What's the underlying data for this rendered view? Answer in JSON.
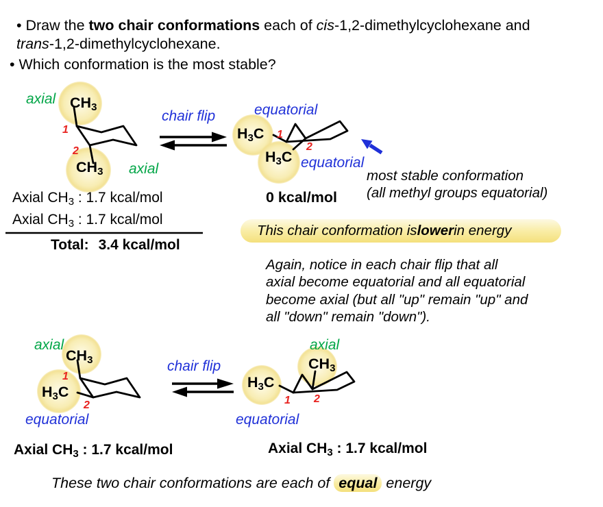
{
  "header": {
    "bullet1_prefix": "• Draw the ",
    "bullet1_bold": "two chair conformations",
    "bullet1_mid": " each of ",
    "bullet1_cis": "cis",
    "bullet1_after_cis": "-1,2-dimethylcyclohexane and",
    "bullet1_trans": "trans",
    "bullet1_after_trans": "-1,2-dimethylcyclohexane.",
    "bullet2": "• Which conformation is the most stable?"
  },
  "labels": {
    "axial": "axial",
    "equatorial": "equatorial",
    "chair_flip": "chair flip",
    "c1": "1",
    "c2": "2"
  },
  "formula": {
    "ch": "CH",
    "h": "H",
    "c": "C",
    "sub3": "3"
  },
  "row1": {
    "annotation_line1": "most stable conformation",
    "annotation_line2": "(all methyl groups equatorial)",
    "energy_line_pre": "Axial CH",
    "energy_line_post": " : 1.7 kcal/mol",
    "total_label": "Total:",
    "total_value": "3.4 kcal/mol",
    "zero_energy": "0 kcal/mol",
    "pill_pre": "This chair conformation is ",
    "pill_bold": "lower",
    "pill_post": " in energy"
  },
  "note_lines": [
    "Again, notice in each chair flip that all",
    "axial become equatorial and all equatorial",
    "become axial (but all \"up\" remain \"up\" and",
    "all \"down\" remain \"down\")."
  ],
  "row2": {
    "energy_left_pre": "Axial CH",
    "energy_left_post": " : 1.7 kcal/mol",
    "energy_right_pre": "Axial CH",
    "energy_right_post": " : 1.7 kcal/mol",
    "footer_pre": "These two chair conformations are each of ",
    "footer_bold": "equal",
    "footer_post": " energy"
  },
  "colors": {
    "axial_green": "#00a546",
    "equatorial_blue": "#1f30d8",
    "number_red": "#e82320",
    "highlight_yellow": "#f4e07c",
    "bond_black": "#000000"
  }
}
